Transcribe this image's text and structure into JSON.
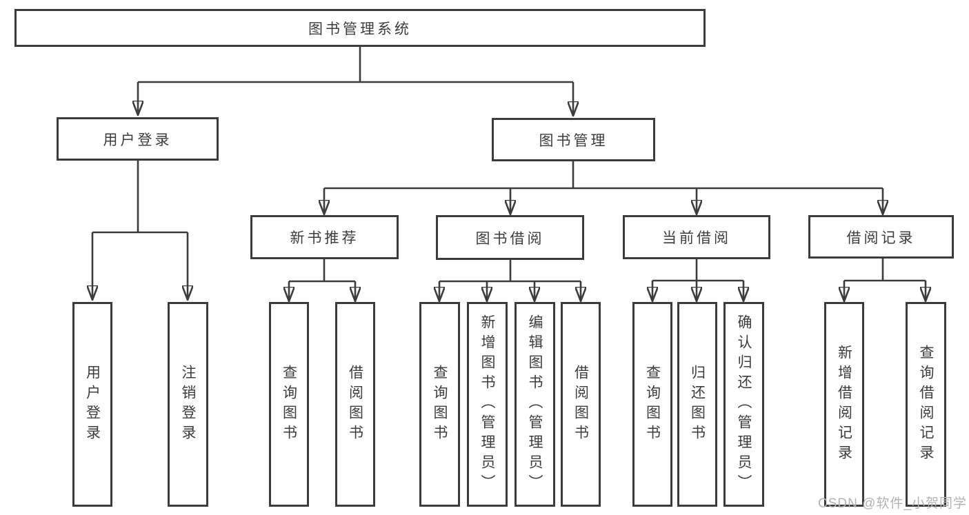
{
  "colors": {
    "line": "#3c3c3c",
    "text": "#3c3c3c",
    "background": "#ffffff",
    "watermark": "#b3b3b3"
  },
  "watermark": "CSDN @软件_小贺同学",
  "tree": {
    "label": "图书管理系统",
    "children": [
      {
        "label": "用户登录",
        "children": [
          {
            "label": "用户登录"
          },
          {
            "label": "注销登录"
          }
        ]
      },
      {
        "label": "图书管理",
        "children": [
          {
            "label": "新书推荐",
            "children": [
              {
                "label": "查询图书"
              },
              {
                "label": "借阅图书"
              }
            ]
          },
          {
            "label": "图书借阅",
            "children": [
              {
                "label": "查询图书"
              },
              {
                "label": "新增图书（管理员）"
              },
              {
                "label": "编辑图书（管理员）"
              },
              {
                "label": "借阅图书"
              }
            ]
          },
          {
            "label": "当前借阅",
            "children": [
              {
                "label": "查询图书"
              },
              {
                "label": "归还图书"
              },
              {
                "label": "确认归还（管理员）"
              }
            ]
          },
          {
            "label": "借阅记录",
            "children": [
              {
                "label": "新增借阅记录"
              },
              {
                "label": "查询借阅记录"
              }
            ]
          }
        ]
      }
    ]
  }
}
